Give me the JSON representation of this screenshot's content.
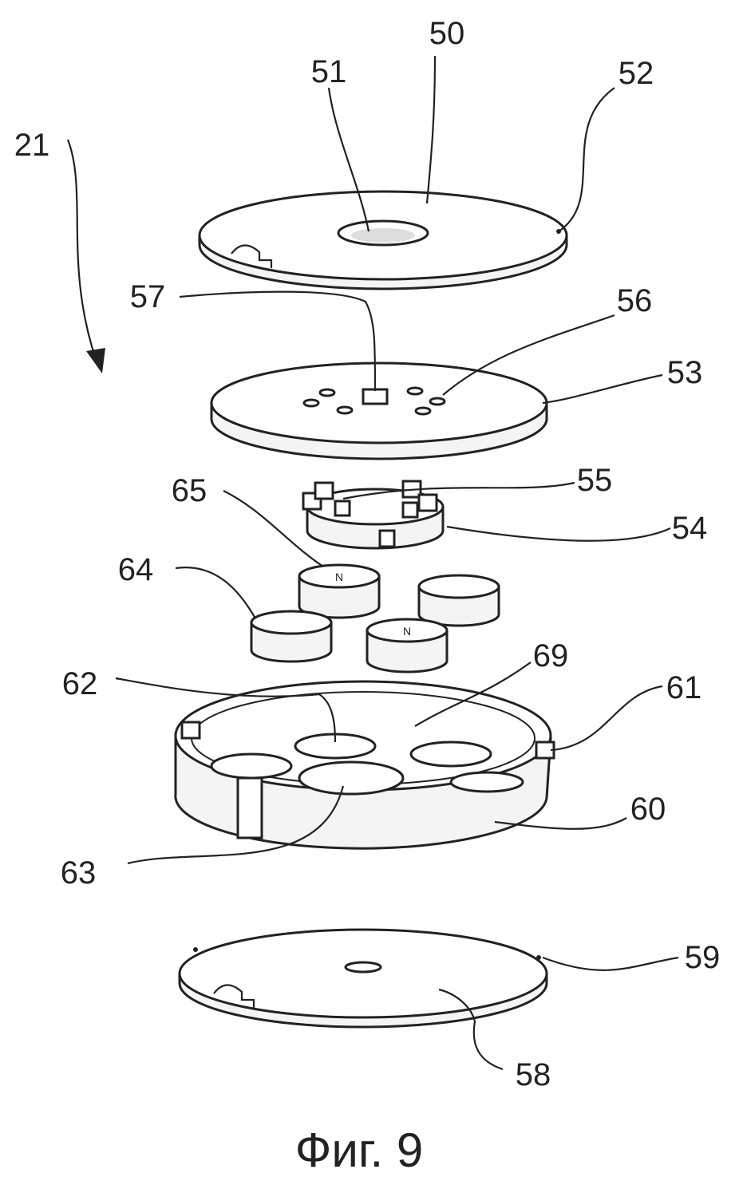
{
  "figure": {
    "caption": "Фиг. 9",
    "labels": {
      "l21": "21",
      "l50": "50",
      "l51": "51",
      "l52": "52",
      "l53": "53",
      "l54": "54",
      "l55": "55",
      "l56": "56",
      "l57": "57",
      "l58": "58",
      "l59": "59",
      "l60": "60",
      "l61": "61",
      "l62": "62",
      "l63": "63",
      "l64": "64",
      "l65": "65",
      "l69": "69"
    },
    "magnet_marks": [
      "N",
      "N"
    ]
  }
}
